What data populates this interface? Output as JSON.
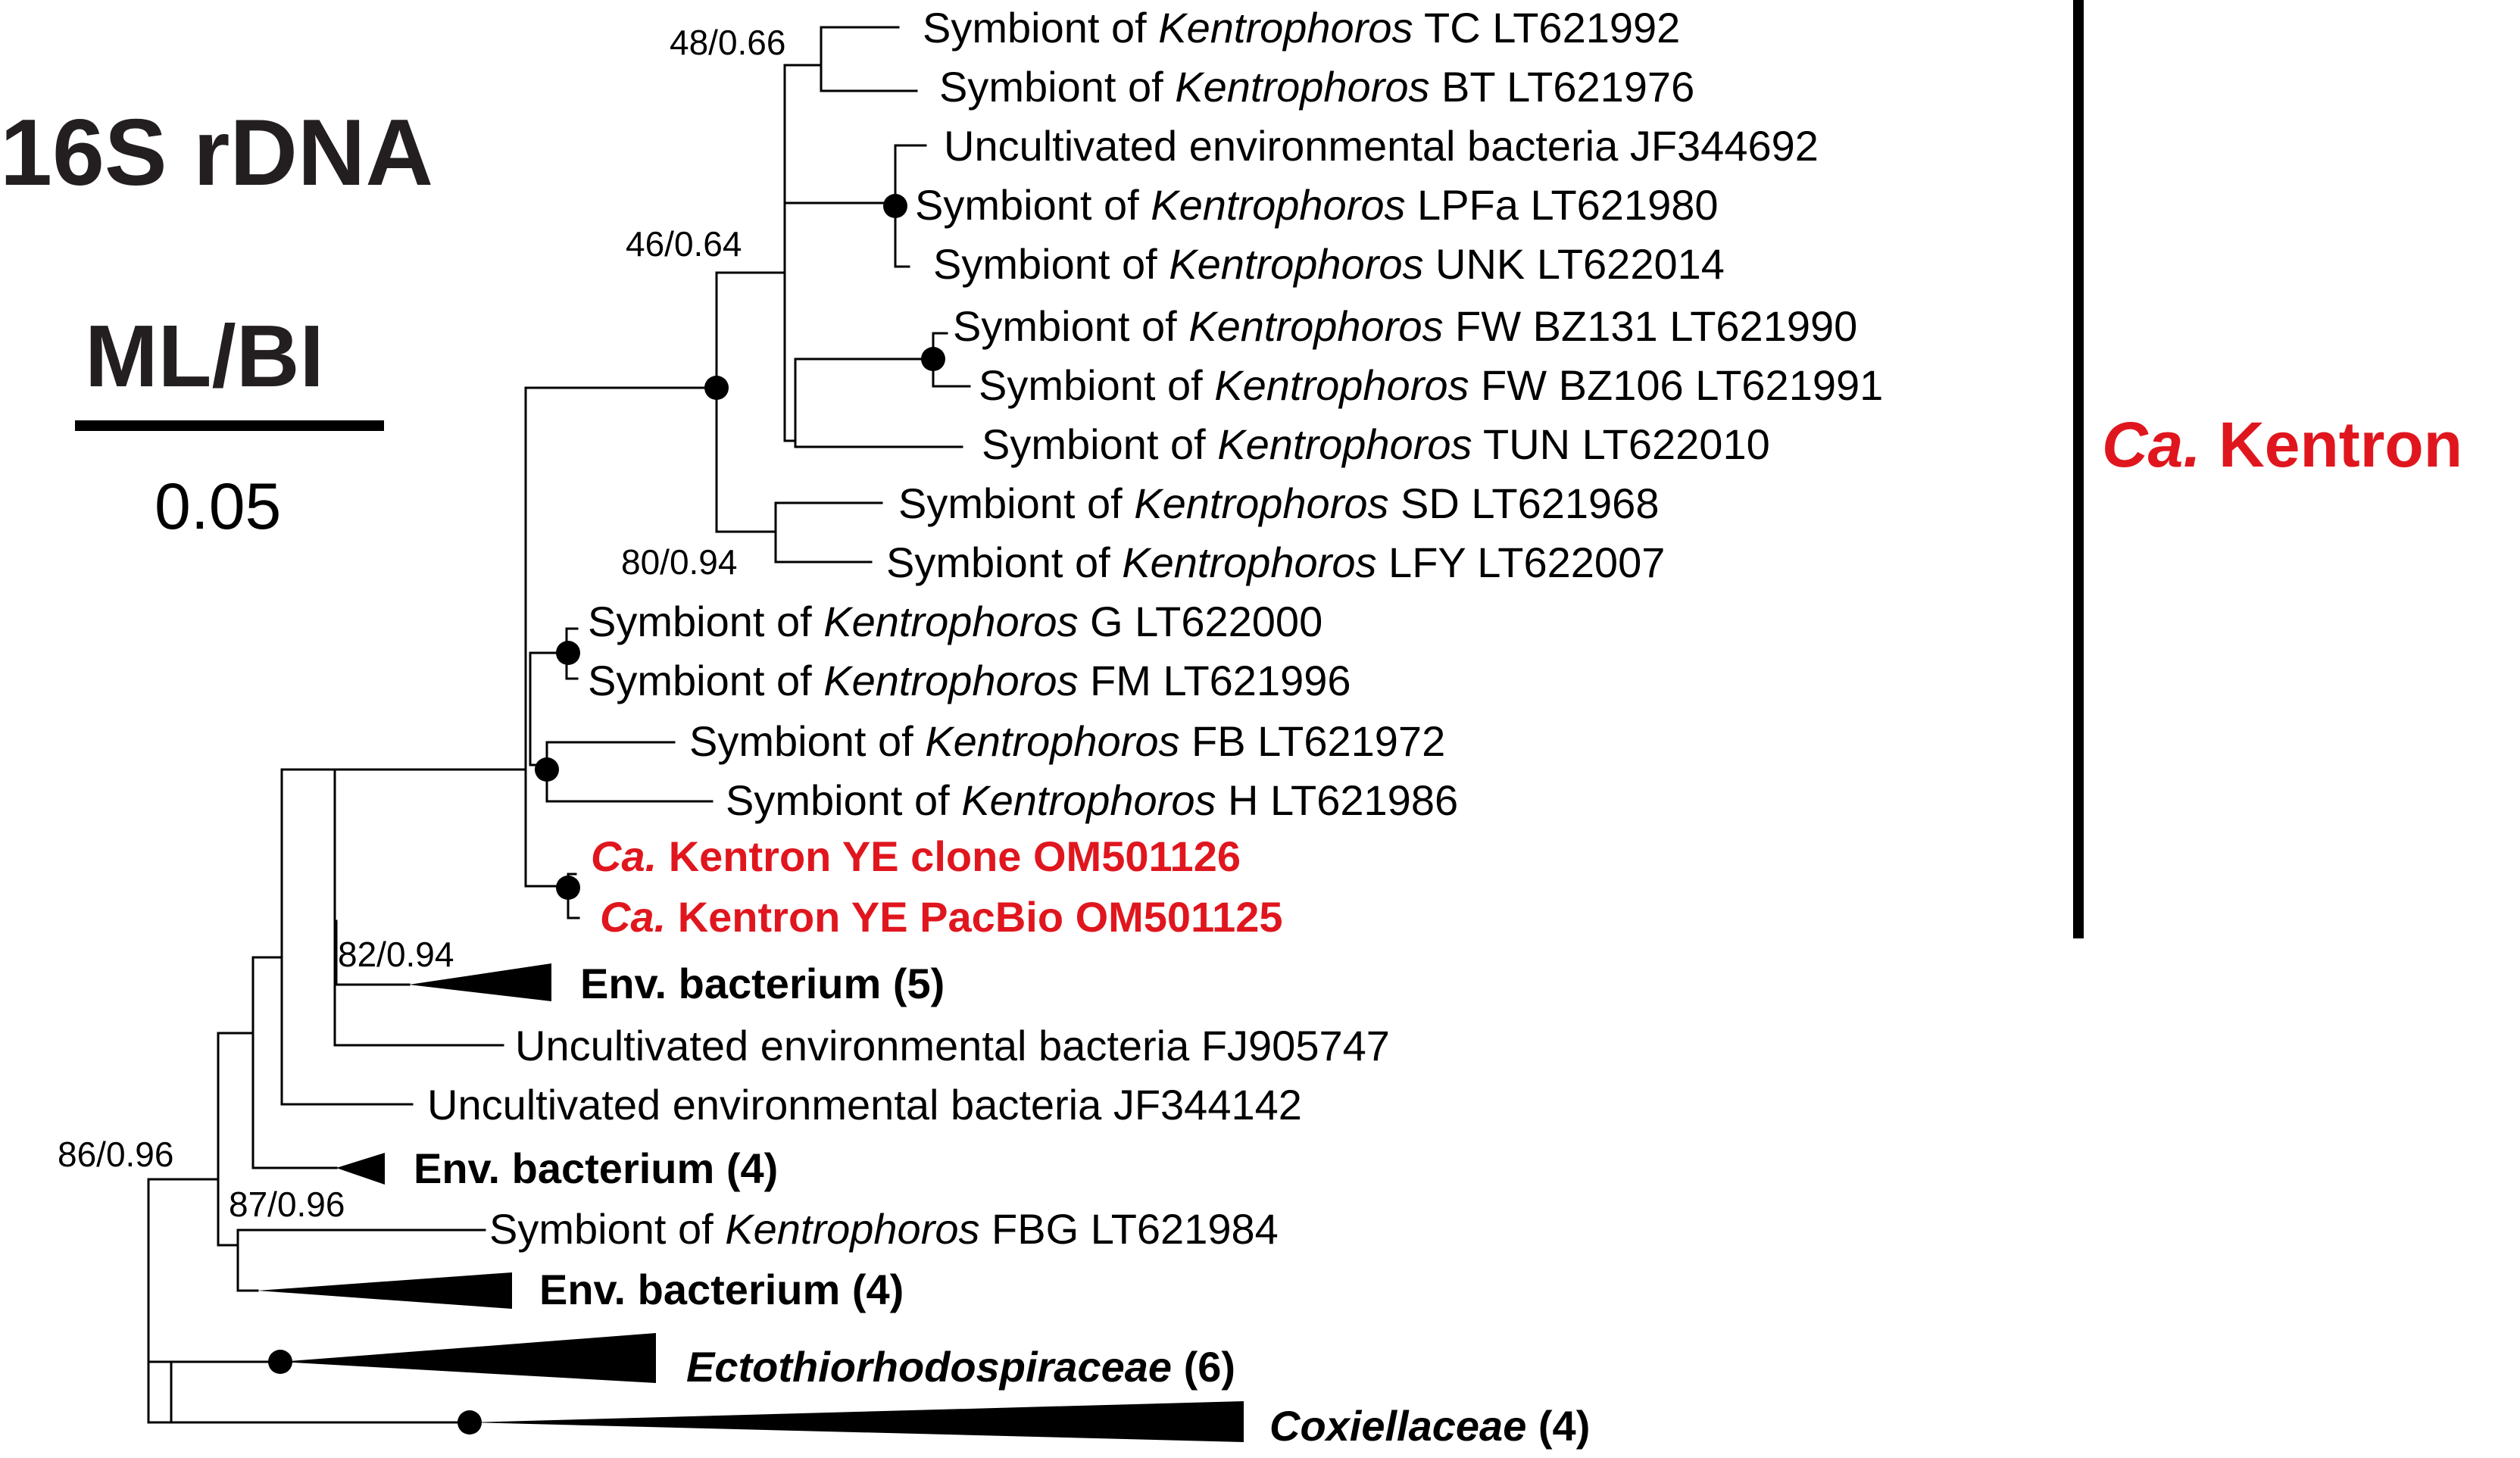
{
  "title": "16S rDNA",
  "method": "ML/BI",
  "scale_bar_label": "0.05",
  "clade": {
    "label_italic": "Ca.",
    "label_rest": "Kentron",
    "color": "#e0161e"
  },
  "supports": [
    "48/0.66",
    "46/0.64",
    "80/0.94",
    "82/0.94",
    "86/0.96",
    "87/0.96"
  ],
  "leaves": [
    {
      "pre": "Symbiont of ",
      "italic": "Kentrophoros",
      "post": " TC LT621992"
    },
    {
      "pre": "Symbiont of ",
      "italic": "Kentrophoros",
      "post": " BT LT621976"
    },
    {
      "pre": "Uncultivated environmental bacteria JF344692",
      "italic": "",
      "post": ""
    },
    {
      "pre": "Symbiont of ",
      "italic": "Kentrophoros",
      "post": " LPFa LT621980"
    },
    {
      "pre": "Symbiont of ",
      "italic": "Kentrophoros",
      "post": " UNK LT622014"
    },
    {
      "pre": "Symbiont of ",
      "italic": "Kentrophoros",
      "post": " FW BZ131 LT621990"
    },
    {
      "pre": "Symbiont of ",
      "italic": "Kentrophoros",
      "post": " FW BZ106 LT621991"
    },
    {
      "pre": "Symbiont of ",
      "italic": "Kentrophoros",
      "post": " TUN LT622010"
    },
    {
      "pre": "Symbiont of ",
      "italic": "Kentrophoros",
      "post": " SD LT621968"
    },
    {
      "pre": "Symbiont of ",
      "italic": "Kentrophoros",
      "post": " LFY LT622007"
    },
    {
      "pre": "Symbiont of ",
      "italic": "Kentrophoros",
      "post": " G LT622000"
    },
    {
      "pre": "Symbiont of ",
      "italic": "Kentrophoros",
      "post": " FM LT621996"
    },
    {
      "pre": "Symbiont of ",
      "italic": "Kentrophoros",
      "post": " FB LT621972"
    },
    {
      "pre": "Symbiont of ",
      "italic": "Kentrophoros",
      "post": " H LT621986"
    },
    {
      "pre": "",
      "italic": "Ca.",
      "post": " Kentron YE clone OM501126"
    },
    {
      "pre": "",
      "italic": "Ca.",
      "post": " Kentron YE PacBio OM501125"
    },
    {
      "pre": "Env. bacterium (5)",
      "italic": "",
      "post": ""
    },
    {
      "pre": "Uncultivated environmental bacteria FJ905747",
      "italic": "",
      "post": ""
    },
    {
      "pre": "Uncultivated environmental bacteria JF344142",
      "italic": "",
      "post": ""
    },
    {
      "pre": "Env. bacterium (4)",
      "italic": "",
      "post": ""
    },
    {
      "pre": "Symbiont of ",
      "italic": "Kentrophoros",
      "post": " FBG LT621984"
    },
    {
      "pre": "Env. bacterium (4)",
      "italic": "",
      "post": ""
    },
    {
      "pre": "",
      "italic": "Ectothiorhodospiraceae",
      "post": " (6)"
    },
    {
      "pre": "",
      "italic": "Coxiellaceae",
      "post": " (4)"
    }
  ]
}
